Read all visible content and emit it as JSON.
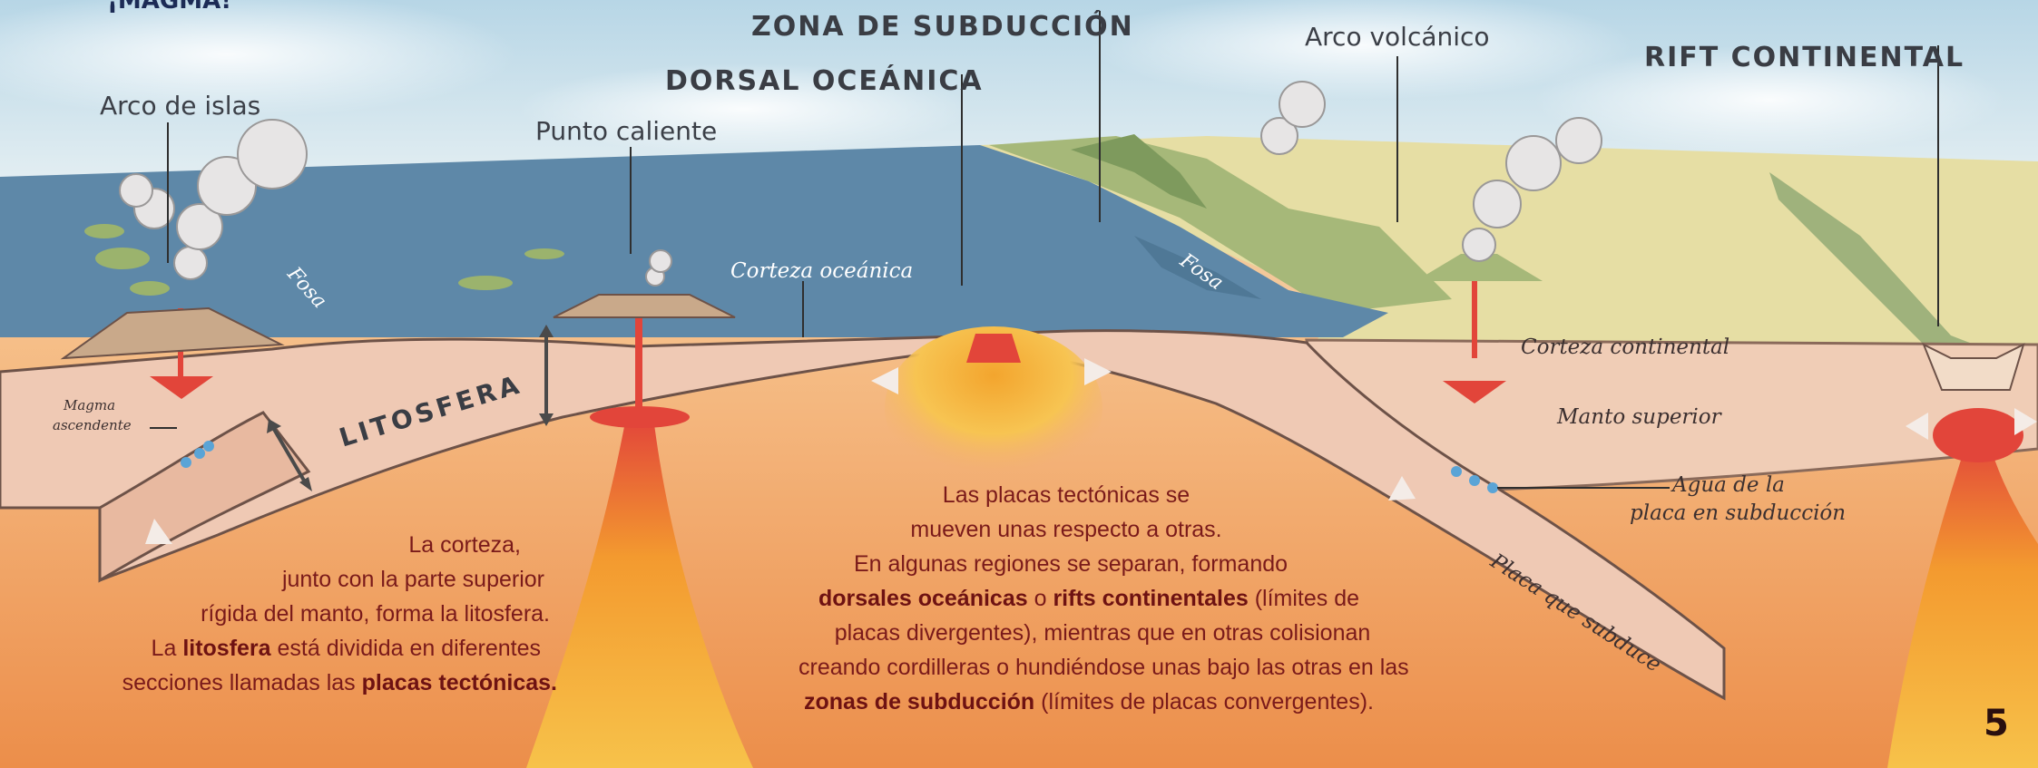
{
  "header": {
    "fragment": "¡MAGMA!"
  },
  "labels": {
    "zona_subduccion": "ZONA DE SUBDUCCIÓN",
    "dorsal_oceanica": "DORSAL OCEÁNICA",
    "arco_volcanico": "Arco volcánico",
    "rift_continental": "RIFT CONTINENTAL",
    "arco_islas": "Arco de islas",
    "punto_caliente": "Punto caliente",
    "fosa_left": "Fosa",
    "fosa_right": "Fosa",
    "corteza_oceanica": "Corteza oceánica",
    "corteza_continental": "Corteza continental",
    "manto_superior": "Manto superior",
    "agua_line1": "Agua de la",
    "agua_line2": "placa en subducción",
    "placa_subduce": "Placa que subduce",
    "litosfera": "LITOSFERA",
    "magma_line1": "Magma",
    "magma_line2": "ascendente"
  },
  "text_left": {
    "l1": "La corteza,",
    "l2": "junto con la parte superior",
    "l3": "rígida del manto, forma la litosfera.",
    "l4_a": "La ",
    "l4_b": "litosfera",
    "l4_c": " está dividida en diferentes",
    "l5_a": "secciones llamadas las ",
    "l5_b": "placas tectónicas."
  },
  "text_center": {
    "l1": "Las placas tectónicas se",
    "l2": "mueven unas respecto a otras.",
    "l3": "En algunas regiones se separan, formando",
    "l4_a": "dorsales oceánicas",
    "l4_b": " o ",
    "l4_c": "rifts continentales",
    "l4_d": " (límites de",
    "l5": "placas divergentes), mientras que en otras colisionan",
    "l6": "creando cordilleras o hundiéndose unas bajo las otras en las",
    "l7_a": "zonas de subducción",
    "l7_b": " (límites de placas convergentes)."
  },
  "page_number": "5",
  "colors": {
    "sky": "#cfe3ee",
    "ocean": "#5e88a8",
    "land": "#e7e0a6",
    "crust": "#f0cdb6",
    "mantle": "#f1a866",
    "magma": "#e2453a",
    "text_red": "#7a1a1a"
  }
}
